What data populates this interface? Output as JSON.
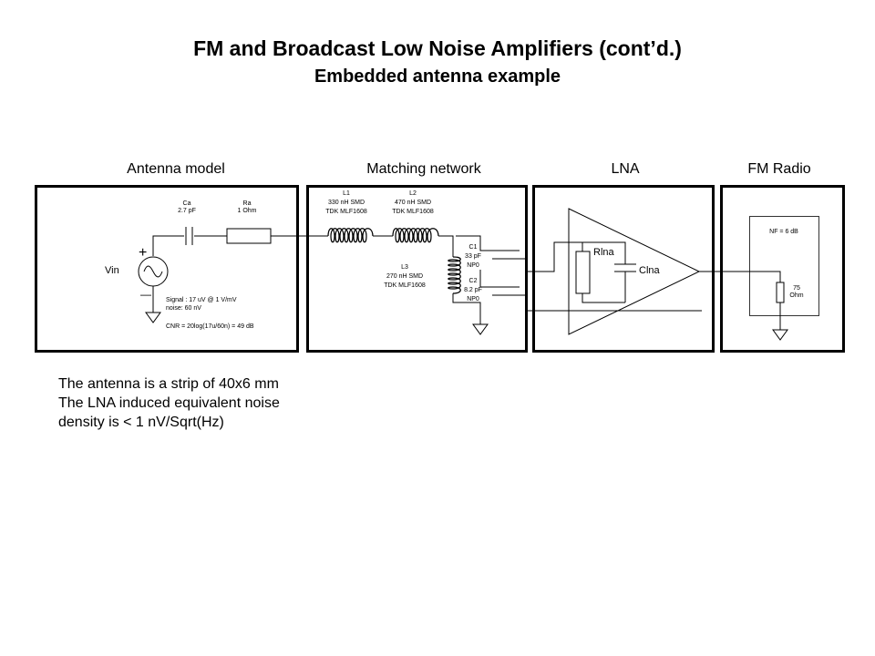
{
  "title": "FM and Broadcast Low Noise Amplifiers (cont’d.)",
  "subtitle": "Embedded antenna example",
  "sections": {
    "antenna": "Antenna model",
    "matching": "Matching network",
    "lna": "LNA",
    "radio": "FM Radio"
  },
  "antenna": {
    "source": "Vin",
    "plus": "+",
    "minus": "—",
    "ca_name": "Ca",
    "ca_value": "2.7 pF",
    "ra_name": "Ra",
    "ra_value": "1 Ohm",
    "signal": "Signal : 17 uV @ 1 V/mV",
    "noise": "noise: 60 nV",
    "cnr": "CNR = 20log(17u/60n)  = 49 dB"
  },
  "matching": {
    "l1_name": "L1",
    "l1_value": "330 nH SMD",
    "l1_part": "TDK MLF1608",
    "l2_name": "L2",
    "l2_value": "470 nH SMD",
    "l2_part": "TDK MLF1608",
    "l3_name": "L3",
    "l3_value": "270 nH SMD",
    "l3_part": "TDK MLF1608",
    "c1_name": "C1",
    "c1_value": "33 pF",
    "c1_type": "NP0",
    "c2_name": "C2",
    "c2_value": "8.2 pF",
    "c2_type": "NP0"
  },
  "lna": {
    "rlna": "Rlna",
    "clna": "Clna"
  },
  "radio": {
    "nf": "NF = 6 dB",
    "load_value": "75",
    "load_unit": "Ohm"
  },
  "notes": [
    "The antenna is a strip of 40x6 mm",
    "The LNA induced equivalent noise",
    "density is < 1 nV/Sqrt(Hz)"
  ]
}
